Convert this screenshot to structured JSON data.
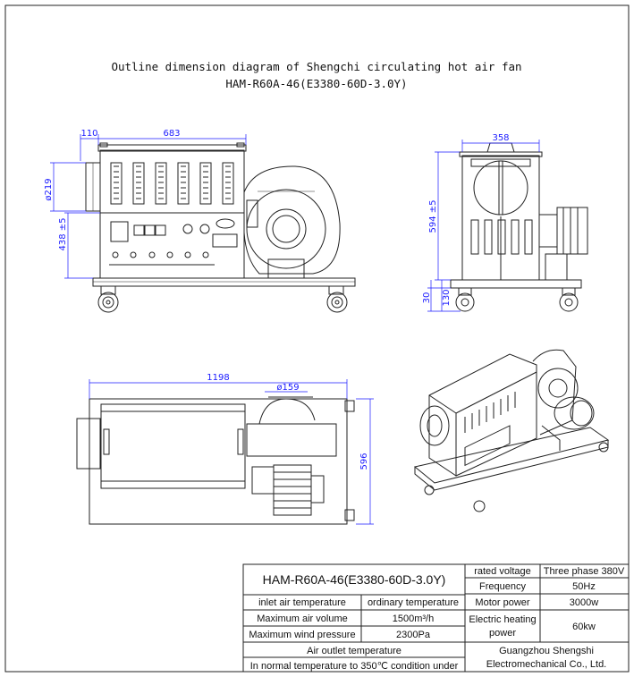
{
  "title": {
    "line1": "Outline dimension diagram of Shengchi circulating hot air fan",
    "line2": "HAM-R60A-46(E3380-60D-3.0Y)"
  },
  "dimensions": {
    "front": {
      "top_left": "110",
      "top_main": "683",
      "dia_left": "ø219",
      "height_left": "438 ±5"
    },
    "side": {
      "width": "358",
      "height": "594 ±5",
      "base": "30",
      "wheel": "130"
    },
    "top": {
      "length": "1198",
      "dia": "ø159",
      "depth": "596"
    }
  },
  "spec_table": {
    "model": "HAM-R60A-46(E3380-60D-3.0Y)",
    "rows": [
      {
        "label": "rated voltage",
        "value": "Three phase 380V"
      },
      {
        "label": "Frequency",
        "value": "50Hz"
      },
      {
        "label": "Motor power",
        "value": "3000w"
      },
      {
        "label": "Electric heating power",
        "label_l1": "Electric heating",
        "label_l2": "power",
        "value": "60kw"
      }
    ],
    "left_rows": [
      {
        "label": "inlet air temperature",
        "value": "ordinary temperature"
      },
      {
        "label": "Maximum air volume",
        "value": "1500m³/h"
      },
      {
        "label": "Maximum wind pressure",
        "value": "2300Pa"
      }
    ],
    "outlet_label": "Air outlet temperature",
    "outlet_value": "In normal temperature to 350℃ condition under",
    "company_l1": "Guangzhou Shengshi",
    "company_l2": "Electromechanical Co., Ltd."
  },
  "colors": {
    "line": "#222222",
    "dimension": "#1a1aff"
  }
}
